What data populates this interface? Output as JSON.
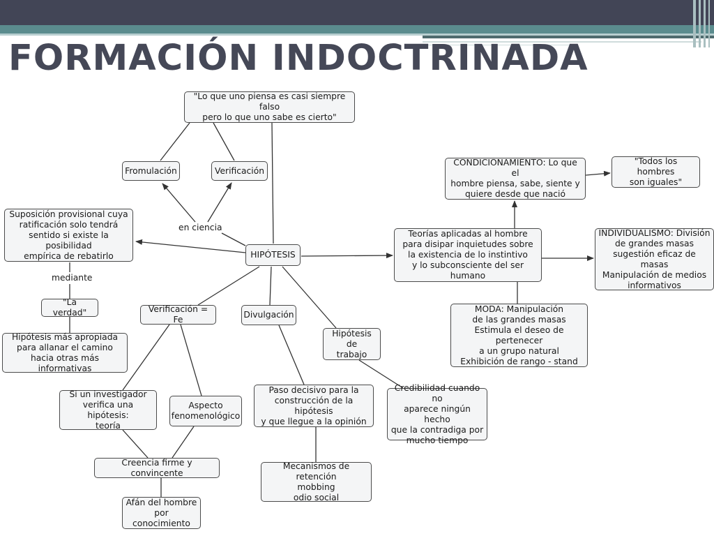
{
  "title": "FORMACIÓN INDOCTRINADA",
  "nodes": {
    "quote": "\"Lo que uno piensa es casi siempre falso\npero lo que uno sabe es cierto\"",
    "formulacion": "Fromulación",
    "verificacion": "Verificación",
    "suposicion": "Suposición provisional cuya\nratificación solo tendrá\nsentido si existe la posibilidad\nempírica de rebatirlo",
    "hipotesis": "HIPÓTESIS",
    "la_verdad": "\"La verdad\"",
    "hipotesis_apropiada": "Hipótesis más apropiada\npara allanar el camino\nhacia otras más informativas",
    "verificacion_fe": "Verificación = Fe",
    "divulgacion": "Divulgación",
    "hipotesis_trabajo": "Hipótesis de\ntrabajo",
    "investigador": "Si un investigador\nverifica una hipótesis:\nteoría",
    "aspecto": "Aspecto\nfenomenológico",
    "paso_decisivo": "Paso decisivo para la\nconstrucción de la hipótesis\ny que llegue a la opinión",
    "credibilidad": "Credibilidad cuando no\naparece ningún hecho\nque la contradiga por\nmucho tiempo",
    "creencia": "Creencia firme y convincente",
    "afan": "Afán del hombre\npor conocimiento",
    "mecanismos": "Mecanismos de retención\nmobbing\nodio social",
    "teorias": "Teorías aplicadas al hombre\npara disipar inquietudes sobre\nla existencia de lo instintivo\ny lo subconsciente del ser humano",
    "condicionamiento": "CONDICIONAMIENTO: Lo que el\nhombre piensa, sabe, siente y\nquiere desde que nació",
    "todos_iguales": "\"Todos los hombres\nson iguales\"",
    "individualismo": "INDIVIDUALISMO: División\nde grandes masas\nsugestión eficaz de masas\nManipulación de medios\ninformativos",
    "moda": "MODA: Manipulación\nde las grandes masas\nEstimula el deseo de pertenecer\na un grupo natural\nExhibición de rango - stand"
  },
  "link_labels": {
    "en_ciencia": "en ciencia",
    "mediante": "mediante"
  },
  "colors": {
    "header_dark": "#424556",
    "header_teal": "#5b8c8e",
    "title": "#454857",
    "node_fill": "#f4f5f6",
    "node_border": "#4a4a4a",
    "connector": "#333333"
  }
}
